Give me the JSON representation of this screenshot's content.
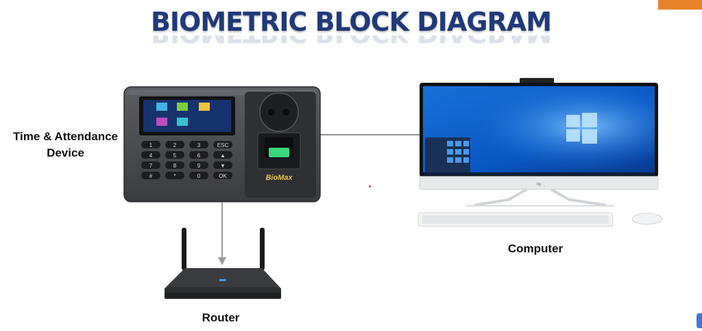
{
  "title": "BIOMETRIC BLOCK DIAGRAM",
  "nodes": {
    "device": {
      "label_line1": "Time & Attendance",
      "label_line2": "Device",
      "brand": "BioMax"
    },
    "computer": {
      "label": "Computer"
    },
    "router": {
      "label": "Router"
    }
  },
  "keypad": [
    "1",
    "2",
    "3",
    "ESC",
    "4",
    "5",
    "6",
    "▲",
    "7",
    "8",
    "9",
    "▼",
    "#",
    "*",
    "0",
    "OK"
  ],
  "edges": [
    {
      "from": "device",
      "to": "computer"
    },
    {
      "from": "device",
      "to": "router"
    }
  ]
}
